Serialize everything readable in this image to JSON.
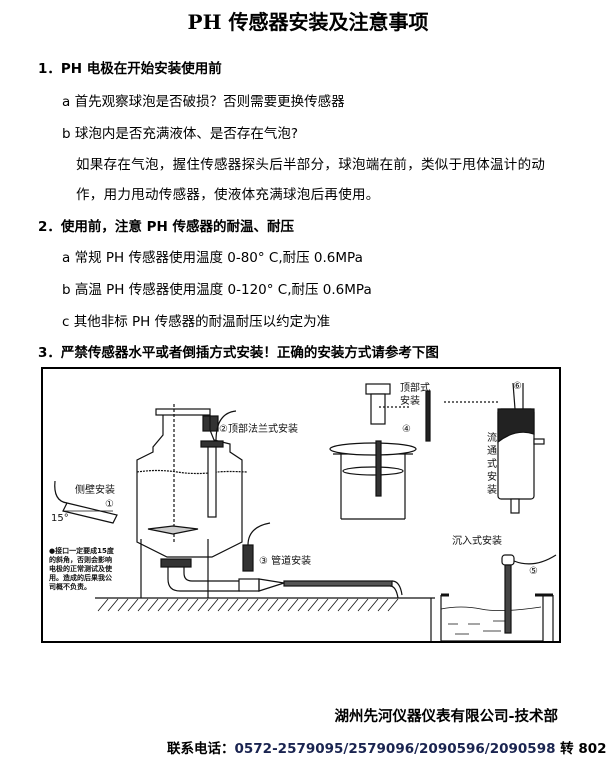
{
  "title": "PH 传感器安装及注意事项",
  "sections": [
    {
      "heading": "1．PH 电极在开始安装使用前",
      "items": [
        "a 首先观察球泡是否破损？否则需要更换传感器",
        "b 球泡内是否充满液体、是否存在气泡?"
      ],
      "paragraph": [
        "如果存在气泡，握住传感器探头后半部分，球泡端在前，类似于甩体温计的动",
        "作，用力甩动传感器，使液体充满球泡后再使用。"
      ]
    },
    {
      "heading": "2．使用前，注意 PH 传感器的耐温、耐压",
      "items": [
        "a 常规 PH 传感器使用温度 0-80° C,耐压 0.6MPa",
        "b 高温 PH 传感器使用温度 0-120° C,耐压 0.6MPa",
        "c 其他非标 PH 传感器的耐温耐压以约定为准"
      ]
    },
    {
      "heading": "3．严禁传感器水平或者倒插方式安装！正确的安装方式请参考下图"
    }
  ],
  "diagram": {
    "side_wall": "侧壁安装",
    "n1": "①",
    "angle": "15°",
    "top_flange": "②顶部法兰式安装",
    "pipe": "③ 管道安装",
    "n4": "④",
    "top_line1": "顶部式",
    "top_line2": "安装",
    "flow": [
      "流",
      "通",
      "式",
      "安",
      "装"
    ],
    "n6": "⑥",
    "immersion": "沉入式安装",
    "n5": "⑤",
    "note": [
      "●接口一定要成15度",
      "的斜角，否则会影响",
      "电极的正常测试及使",
      "用。造成的后果我公",
      "司概不负责。"
    ]
  },
  "footer": {
    "company": "湖州先河仪器仪表有限公司-技术部",
    "phone_label": "联系电话：",
    "phone": "0572-2579095/2579096/2090596/2090598",
    "ext": " 转 802"
  }
}
